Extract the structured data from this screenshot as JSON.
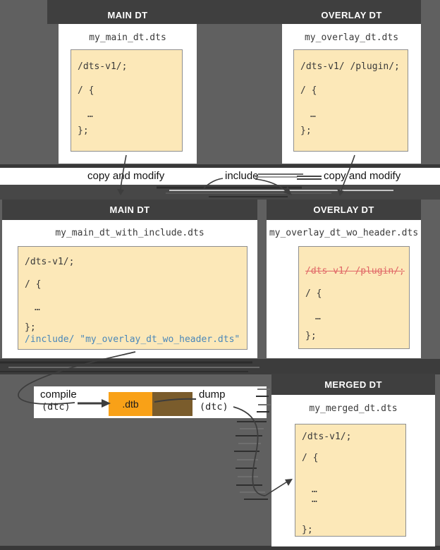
{
  "colors": {
    "background": "#606060",
    "band_dark": "#3f3f3f",
    "card_header": "#3f3f3f",
    "card_body": "#ffffff",
    "code_bg": "#fce8b8",
    "code_border": "#8f8f8f",
    "code_text": "#3a3a3a",
    "include_blue": "#4a87b9",
    "strike_red": "#e06666",
    "dtb_orange": "#f9a117",
    "dtb_shadow_brown": "#7a5c2c",
    "arrow": "#3d3d3d"
  },
  "cards": {
    "main_top": {
      "title": "MAIN DT",
      "filename": "my_main_dt.dts",
      "code": [
        "/dts-v1/;",
        "/ {",
        "…",
        "};"
      ]
    },
    "overlay_top": {
      "title": "OVERLAY DT",
      "filename": "my_overlay_dt.dts",
      "code": [
        "/dts-v1/ /plugin/;",
        "/ {",
        "…",
        "};"
      ]
    },
    "main_mid": {
      "title": "MAIN DT",
      "filename": "my_main_dt_with_include.dts",
      "code": [
        "/dts-v1/;",
        "/ {",
        "…",
        "};"
      ],
      "include_line": "/include/ \"my_overlay_dt_wo_header.dts\""
    },
    "overlay_mid": {
      "title": "OVERLAY DT",
      "filename": "my_overlay_dt_wo_header.dts",
      "removed_line": "/dts-v1/ /plugin/;",
      "code": [
        "/ {",
        "…",
        "};"
      ]
    },
    "merged": {
      "title": "MERGED DT",
      "filename": "my_merged_dt.dts",
      "code": [
        "/dts-v1/;",
        "/ {",
        "…",
        "…",
        "};"
      ]
    }
  },
  "labels": {
    "copy_left": "copy and modify",
    "include": "include",
    "copy_right": "copy and modify",
    "compile": "compile",
    "compile_tool": "(dtc)",
    "dtb": ".dtb",
    "dump": "dump",
    "dump_tool": "(dtc)"
  }
}
